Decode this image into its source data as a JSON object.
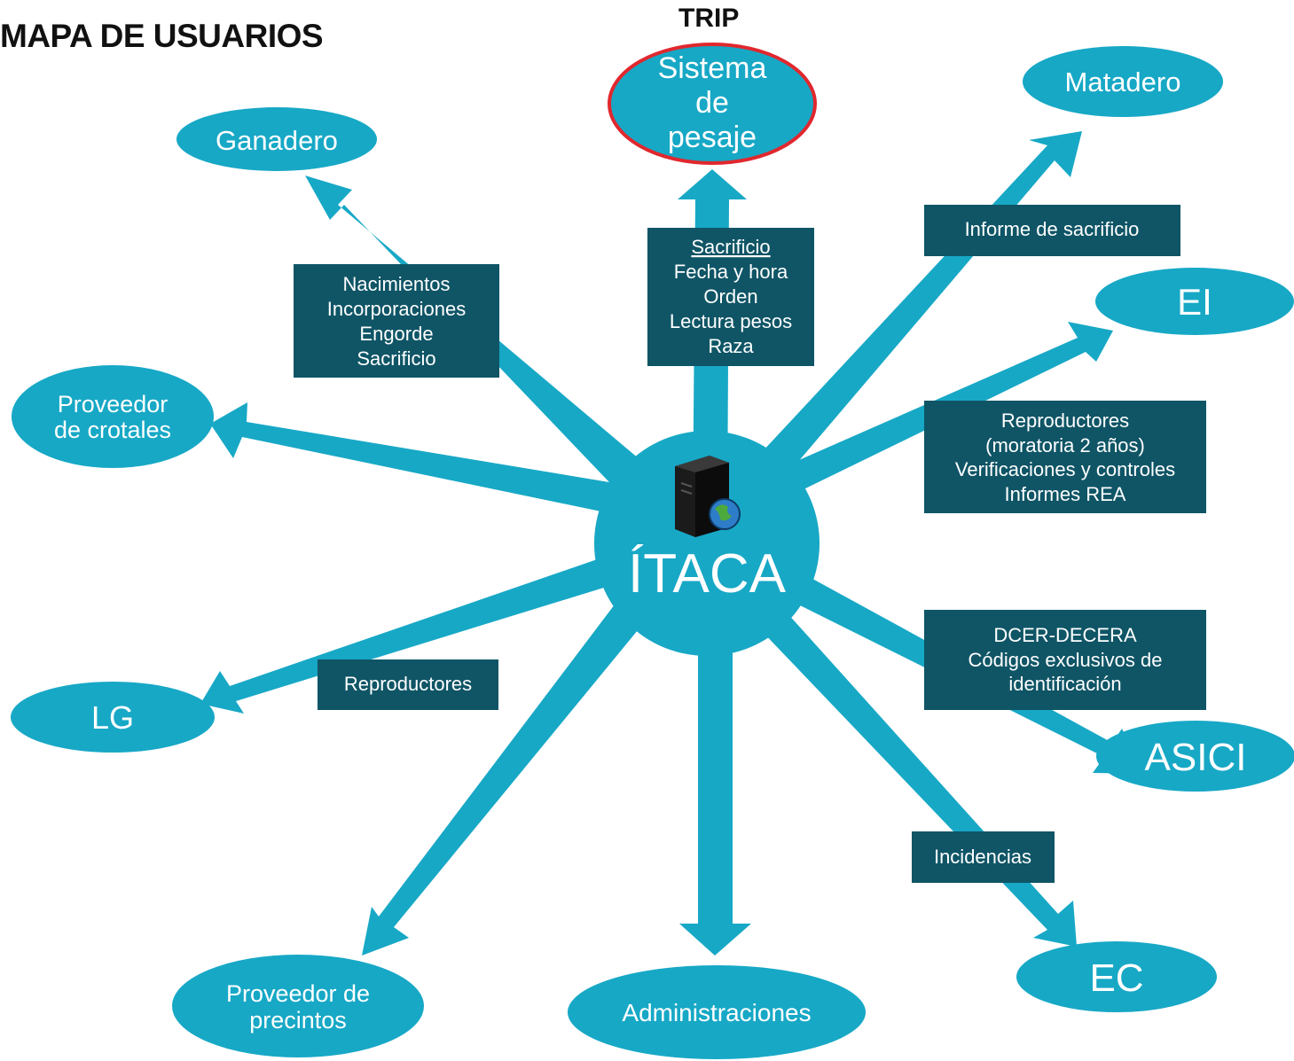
{
  "header": {
    "title": "MAPA DE USUARIOS",
    "trip_label": "TRIP"
  },
  "hub": {
    "label": "ÍTACA",
    "icon": "server-globe-icon"
  },
  "nodes": {
    "ganadero": "Ganadero",
    "sistema_pesaje": [
      "Sistema",
      "de",
      "pesaje"
    ],
    "matadero": "Matadero",
    "ei": "EI",
    "proveedor_crotales": [
      "Proveedor",
      "de crotales"
    ],
    "lg": "LG",
    "asici": "ASICI",
    "ec": "EC",
    "proveedor_precintos": [
      "Proveedor de",
      "precintos"
    ],
    "administraciones": "Administraciones"
  },
  "boxes": {
    "ganadero": [
      "Nacimientos",
      "Incorporaciones",
      "Engorde",
      "Sacrificio"
    ],
    "pesaje": [
      "Sacrificio",
      "Fecha y hora",
      "Orden",
      "Lectura pesos",
      "Raza"
    ],
    "matadero": [
      "Informe de sacrificio"
    ],
    "ei": [
      "Reproductores",
      "(moratoria 2 años)",
      "Verificaciones y controles",
      "Informes REA"
    ],
    "lg": [
      "Reproductores"
    ],
    "asici": [
      "DCER-DECERA",
      "Códigos exclusivos de",
      "identificación"
    ],
    "ec": [
      "Incidencias"
    ]
  },
  "colors": {
    "cyan": "#17a8c6",
    "box_fill": "#0f5566",
    "highlight_border": "#e0282e",
    "text": "#ffffff"
  }
}
